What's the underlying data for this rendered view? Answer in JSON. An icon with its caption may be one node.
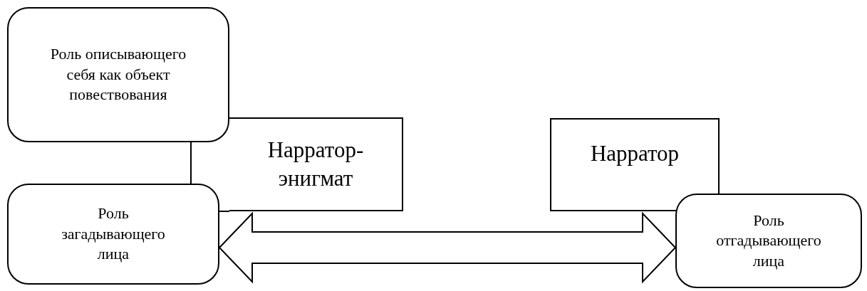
{
  "diagram": {
    "nodes": [
      {
        "text": [
          "Роль описывающего себя как объект повествования"
        ]
      },
      {
        "text": [
          "Нарратор-энигмат"
        ]
      },
      {
        "text": [
          "Роль загадывающего лица"
        ]
      },
      {
        "text": [
          "Нарратор"
        ]
      },
      {
        "text": [
          "Роль отгадывающего лица"
        ]
      }
    ],
    "edges": [
      {
        "from": 2,
        "to": 4,
        "arrow": "both"
      }
    ]
  }
}
